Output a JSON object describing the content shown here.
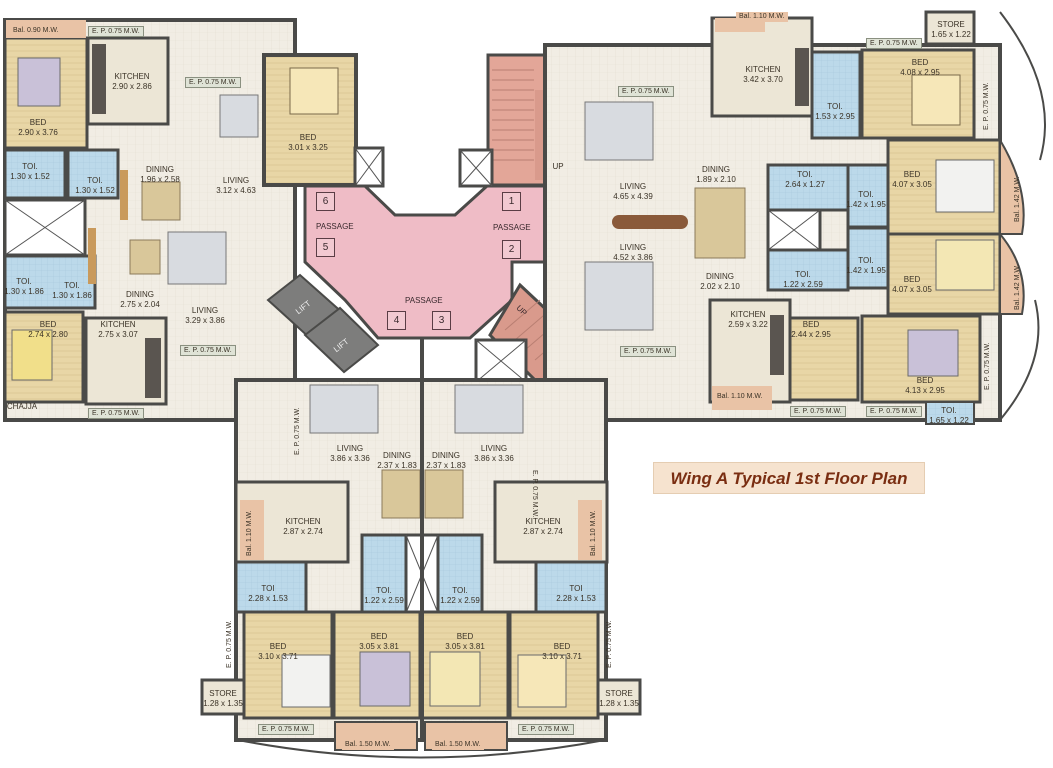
{
  "title": "Wing A Typical 1st Floor Plan",
  "rooms": {
    "bal_tl": "Bal. 0.90 M.W.",
    "ep_tl": "E. P. 0.75 M.W.",
    "kitchen_tl_label": "KITCHEN",
    "kitchen_tl_dim": "2.90 x 2.86",
    "ep_tl2": "E. P. 0.75 M.W.",
    "bed_tl_label": "BED",
    "bed_tl_dim": "2.90 x 3.76",
    "bed_tc_label": "BED",
    "bed_tc_dim": "3.01 x 3.25",
    "toi_tl1_label": "TOI.",
    "toi_tl1_dim": "1.30 x 1.52",
    "toi_tl2_label": "TOI.",
    "toi_tl2_dim": "1.30 x 1.52",
    "dining_tl_label": "DINING",
    "dining_tl_dim": "1.96 x 2.58",
    "living_tl_label": "LIVING",
    "living_tl_dim": "3.12 x 4.63",
    "toi_ml1_label": "TOI.",
    "toi_ml1_dim": "1.30 x 1.86",
    "toi_ml2_label": "TOI.",
    "toi_ml2_dim": "1.30 x 1.86",
    "dining_ml_label": "DINING",
    "dining_ml_dim": "2.75 x 2.04",
    "living_ml_label": "LIVING",
    "living_ml_dim": "3.29 x 3.86",
    "bed_bl_label": "BED",
    "bed_bl_dim": "2.74 x 2.80",
    "kitchen_bl_label": "KITCHEN",
    "kitchen_bl_dim": "2.75 x 3.07",
    "ep_ml": "E. P. 0.75 M.W.",
    "chajja": "CHAJJA",
    "ep_bl": "E. P. 0.75 M.W.",
    "bal_tr": "Bal. 1.10 M.W.",
    "kitchen_tr_label": "KITCHEN",
    "kitchen_tr_dim": "3.42 x 3.70",
    "ep_tr": "E. P. 0.75 M.W.",
    "store_tr_label": "STORE",
    "store_tr_dim": "1.65 x 1.22",
    "bed_tr_label": "BED",
    "bed_tr_dim": "4.08 x 2.95",
    "ep_tr_v": "E. P. 0.75 M.W.",
    "toi_tr_label": "TOI.",
    "toi_tr_dim": "1.53 x 2.95",
    "ep_tc": "E. P. 0.75 M.W.",
    "up_label": "UP",
    "living_tc_label": "LIVING",
    "living_tc_dim": "4.65 x 4.39",
    "dining_tr_label": "DINING",
    "dining_tr_dim": "1.89 x 2.10",
    "toi_r1_label": "TOI.",
    "toi_r1_dim": "2.64 x 1.27",
    "toi_r2_label": "TOI.",
    "toi_r2_dim": "1.42 x 1.95",
    "bed_r1_label": "BED",
    "bed_r1_dim": "4.07 x 3.05",
    "bal_r1": "Bal. 1.42 M.W.",
    "toi_r3_label": "TOI.",
    "toi_r3_dim": "1.22 x 2.59",
    "toi_r4_label": "TOI.",
    "toi_r4_dim": "1.42 x 1.95",
    "bed_r2_label": "BED",
    "bed_r2_dim": "4.07 x 3.05",
    "bal_r2": "Bal. 1.42 M.W.",
    "living_mr_label": "LIVING",
    "living_mr_dim": "4.52 x 3.86",
    "dining_mr_label": "DINING",
    "dining_mr_dim": "2.02 x 2.10",
    "kitchen_mr_label": "KITCHEN",
    "kitchen_mr_dim": "2.59 x 3.22",
    "bed_mr_label": "BED",
    "bed_mr_dim": "2.44 x 2.95",
    "ep_mr_v": "E. P. 0.75 M.W.",
    "bed_br_label": "BED",
    "bed_br_dim": "4.13 x 2.95",
    "ep_mr": "E. P. 0.75 M.W.",
    "bal_br": "Bal. 1.10 M.W.",
    "ep_br1": "E. P. 0.75 M.W.",
    "ep_br2": "E. P. 0.75 M.W.",
    "toi_br_label": "TOI.",
    "toi_br_dim": "1.65 x 1.22",
    "passage": "PASSAGE",
    "lift": "LIFT",
    "ep_bc_l": "E. P. 0.75 M.W.",
    "living_bl_label": "LIVING",
    "living_bl_dim": "3.86 x 3.36",
    "dining_bl_label": "DINING",
    "dining_bl_dim": "2.37 x 1.83",
    "dining_br_label": "DINING",
    "dining_br_dim": "2.37 x 1.83",
    "living_br_label": "LIVING",
    "living_br_dim": "3.86 x 3.36",
    "ep_bc_r": "E. P. 0.75 M.W.",
    "bal_bl1": "Bal. 1.10 M.W.",
    "kitchen_sl_label": "KITCHEN",
    "kitchen_sl_dim": "2.87 x 2.74",
    "kitchen_sr_label": "KITCHEN",
    "kitchen_sr_dim": "2.87 x 2.74",
    "bal_br1": "Bal. 1.10 M.W.",
    "toi_sl_label": "TOI",
    "toi_sl_dim": "2.28 x 1.53",
    "toi_sc1_label": "TOI.",
    "toi_sc1_dim": "1.22 x 2.59",
    "toi_sc2_label": "TOI.",
    "toi_sc2_dim": "1.22 x 2.59",
    "toi_sr_label": "TOI",
    "toi_sr_dim": "2.28 x 1.53",
    "ep_sl_v": "E. P. 0.75 M.W.",
    "bed_sl_label": "BED",
    "bed_sl_dim": "3.10 x 3.71",
    "bed_sc1_label": "BED",
    "bed_sc1_dim": "3.05 x 3.81",
    "bed_sc2_label": "BED",
    "bed_sc2_dim": "3.05 x 3.81",
    "bed_sr_label": "BED",
    "bed_sr_dim": "3.10 x 3.71",
    "ep_sr_v": "E. P. 0.75 M.W.",
    "store_sl_label": "STORE",
    "store_sl_dim": "1.28 x 1.35",
    "store_sr_label": "STORE",
    "store_sr_dim": "1.28 x 1.35",
    "ep_sl": "E. P. 0.75 M.W.",
    "bal_sl": "Bal. 1.50 M.W.",
    "bal_sr": "Bal. 1.50 M.W.",
    "ep_sr": "E. P. 0.75 M.W."
  },
  "passage_numbers": [
    "1",
    "2",
    "3",
    "4",
    "5",
    "6"
  ],
  "colors": {
    "floor": "#f0ece2",
    "passage": "#efbcc6",
    "wall": "#4a4a48",
    "bed_floor": "#e6d5a8",
    "toilet": "#b9d8ea",
    "stair": "#d99a8c",
    "balcony": "#e9c3a6",
    "title_text": "#7a2e12"
  }
}
